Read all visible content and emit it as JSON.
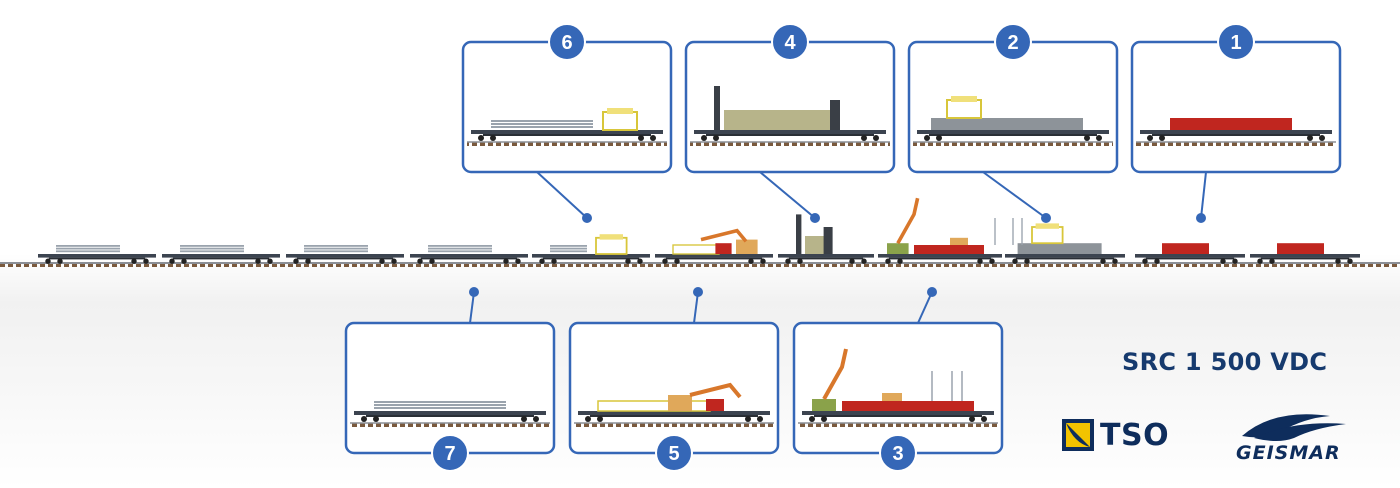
{
  "title": "SRC 1 500 VDC",
  "logos": {
    "tso": "TSO",
    "geismar": "GEISMAR"
  },
  "callouts": [
    {
      "number": "6",
      "icon": "cable-flatcar-with-gantry"
    },
    {
      "number": "4",
      "icon": "mast-drilling-machine"
    },
    {
      "number": "2",
      "icon": "grey-deck-wagon-with-gantry"
    },
    {
      "number": "1",
      "icon": "red-container-flatcar"
    },
    {
      "number": "7",
      "icon": "cable-flatcar"
    },
    {
      "number": "5",
      "icon": "crane-wagon"
    },
    {
      "number": "3",
      "icon": "crane-mast-wagon"
    }
  ],
  "colors": {
    "frame": "#3567b7",
    "badge": "#3567b7",
    "title": "#163a6e",
    "logo_dark": "#0e2d5c",
    "logo_yellow": "#f2c300"
  }
}
